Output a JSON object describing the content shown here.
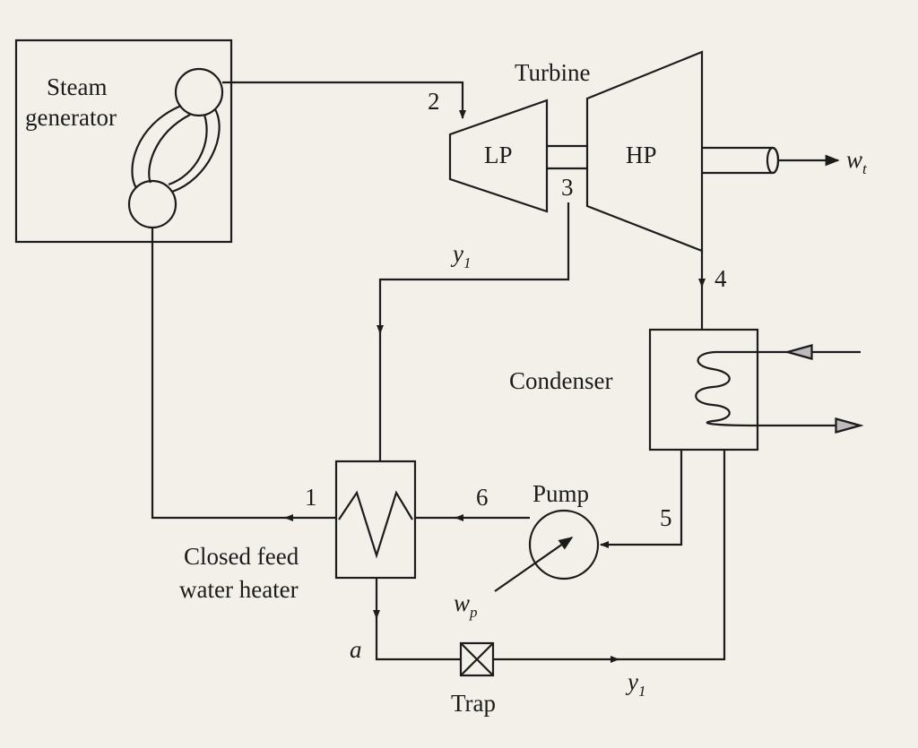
{
  "labels": {
    "steam_generator_line1": "Steam",
    "steam_generator_line2": "generator",
    "turbine": "Turbine",
    "lp": "LP",
    "hp": "HP",
    "condenser": "Condenser",
    "pump": "Pump",
    "heater_line1": "Closed feed",
    "heater_line2": "water heater",
    "trap": "Trap",
    "work_turbine": "w",
    "work_turbine_sub": "t",
    "work_pump": "w",
    "work_pump_sub": "p",
    "fraction_top": "y",
    "fraction_top_sub": "1",
    "fraction_bottom": "y",
    "fraction_bottom_sub": "1",
    "state_a": "a"
  },
  "states": {
    "s1": "1",
    "s2": "2",
    "s3": "3",
    "s4": "4",
    "s5": "5",
    "s6": "6"
  },
  "colors": {
    "line": "#1c1c1c",
    "background": "#f3f0ea"
  }
}
